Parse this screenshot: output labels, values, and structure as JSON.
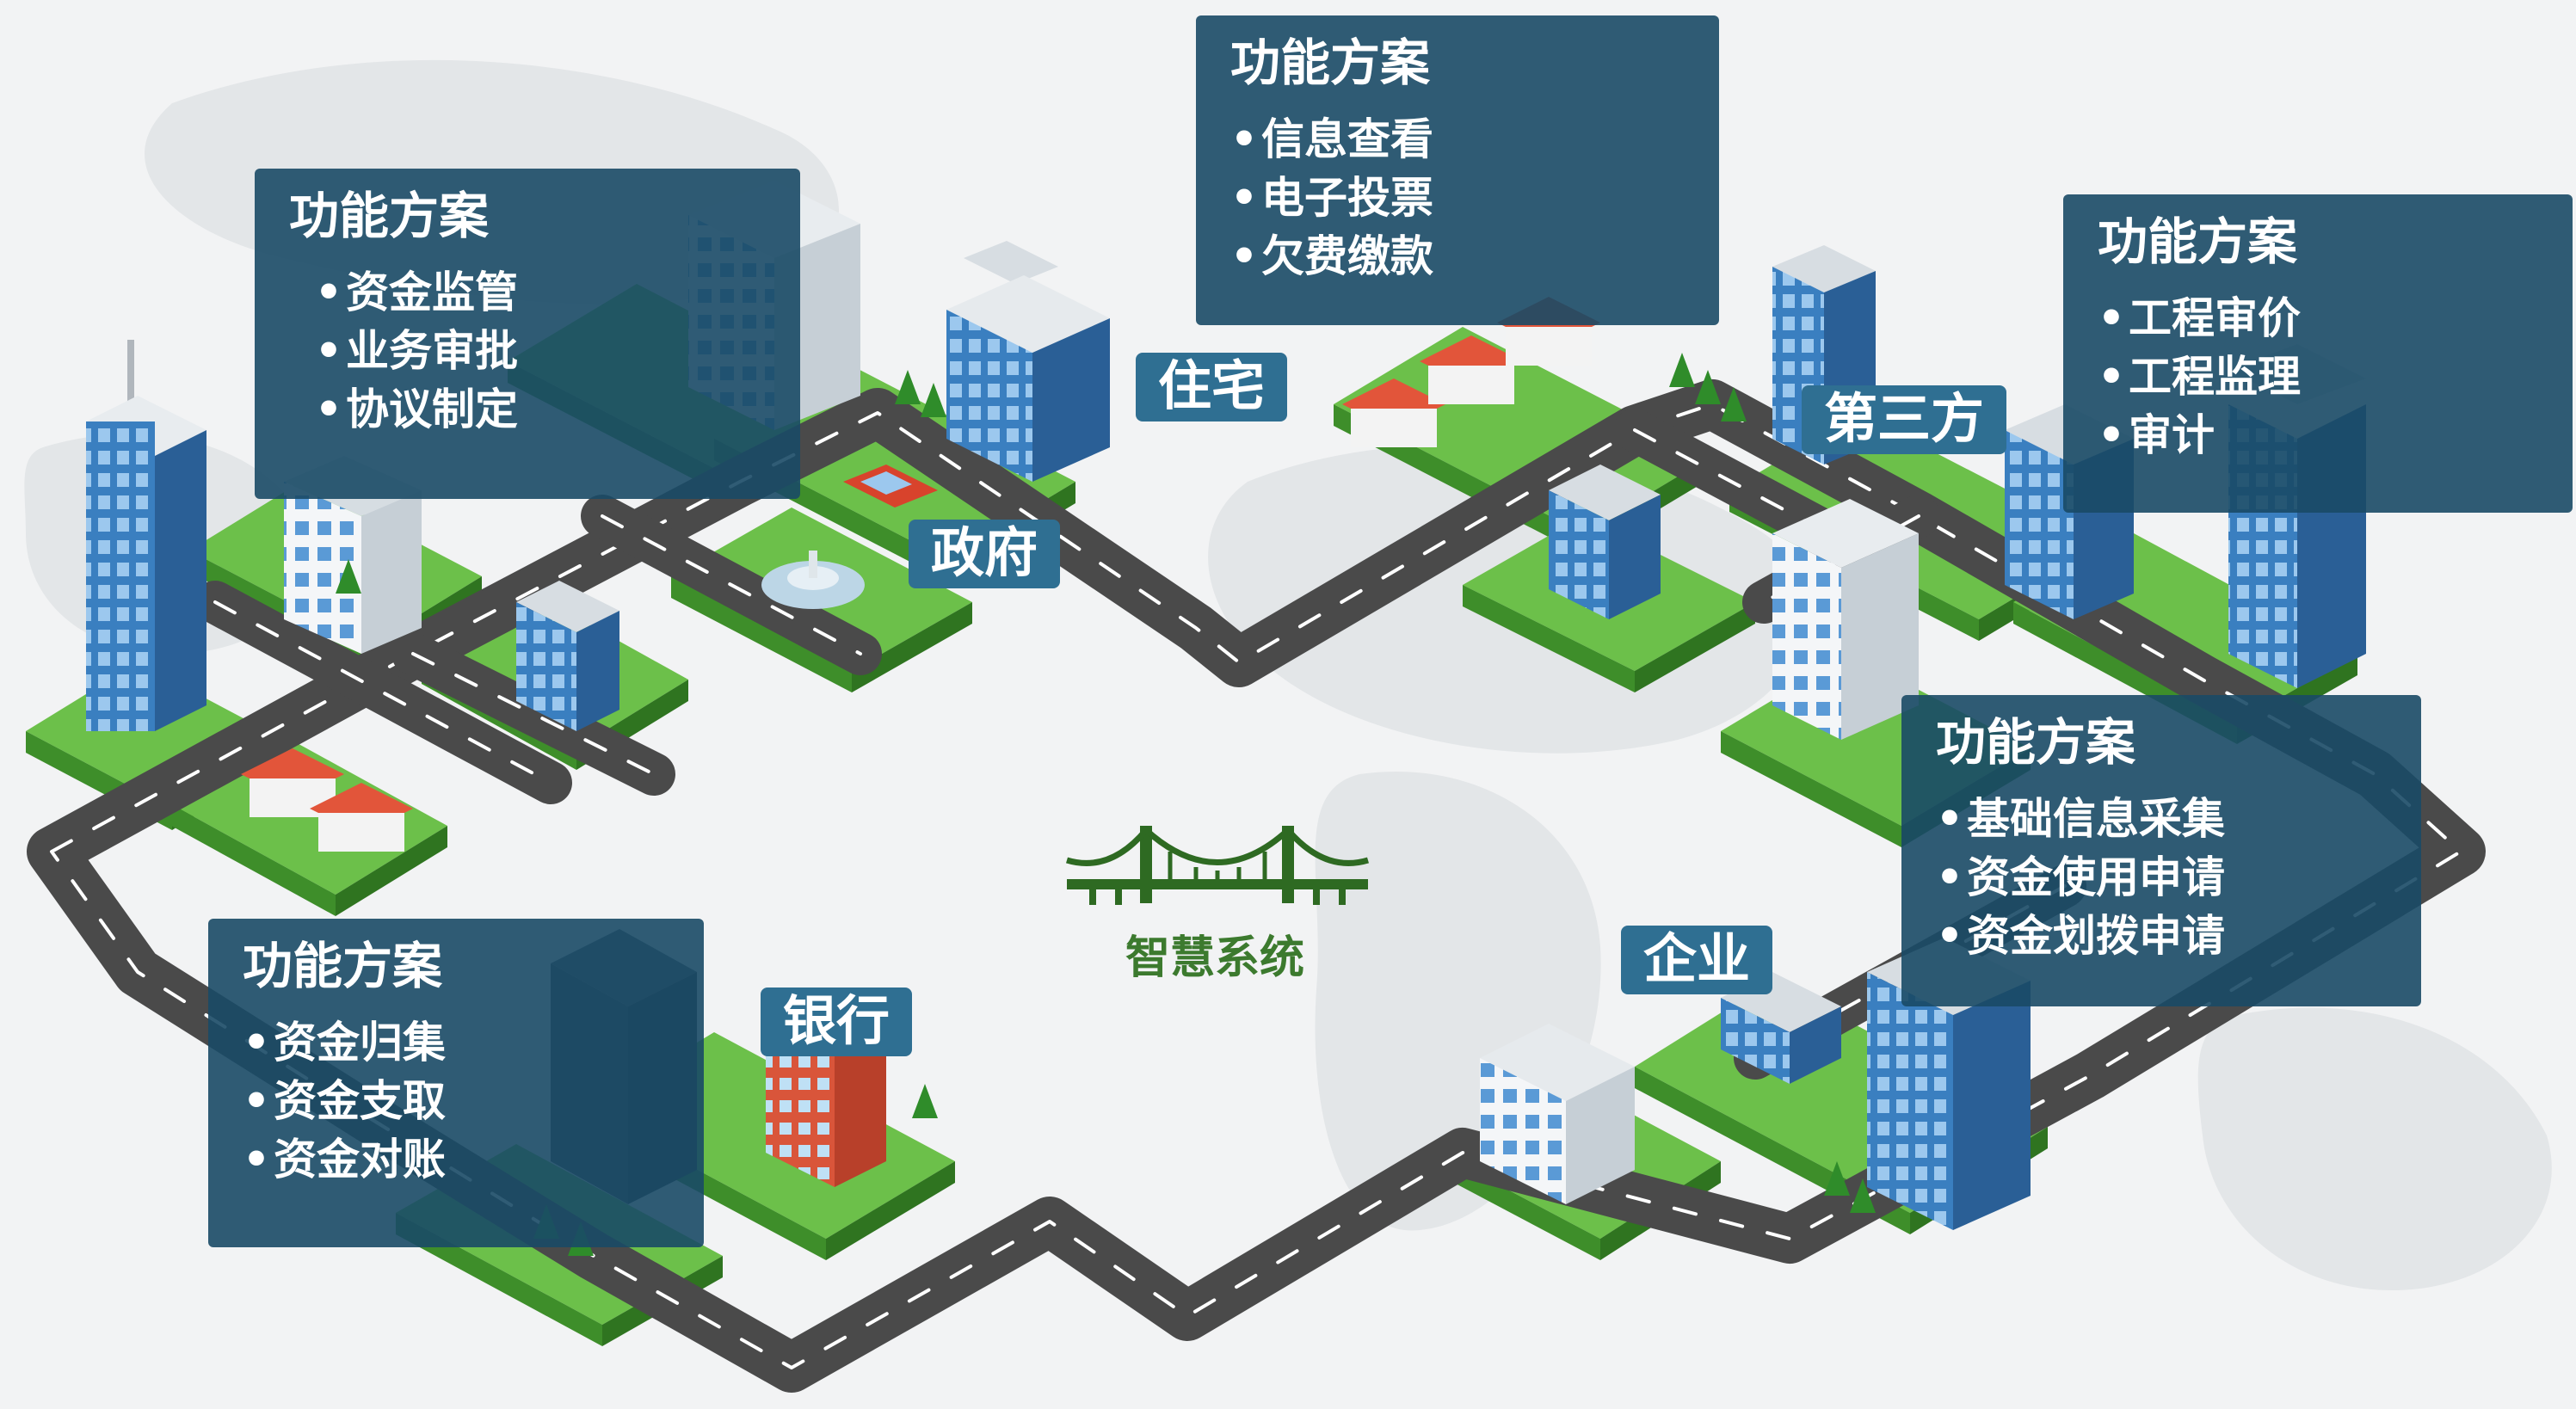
{
  "panels": {
    "government": {
      "title": "功能方案",
      "items": [
        "资金监管",
        "业务审批",
        "协议制定"
      ]
    },
    "residential": {
      "title": "功能方案",
      "items": [
        "信息查看",
        "电子投票",
        "欠费缴款"
      ]
    },
    "third_party": {
      "title": "功能方案",
      "items": [
        "工程审价",
        "工程监理",
        "审计"
      ]
    },
    "enterprise": {
      "title": "功能方案",
      "items": [
        "基础信息采集",
        "资金使用申请",
        "资金划拨申请"
      ]
    },
    "bank": {
      "title": "功能方案",
      "items": [
        "资金归集",
        "资金支取",
        "资金对账"
      ]
    }
  },
  "places": {
    "residential": "住宅",
    "government": "政府",
    "third_party": "第三方",
    "enterprise": "企业",
    "bank": "银行"
  },
  "center": {
    "label": "智慧系统"
  },
  "bullet": "•",
  "colors": {
    "panel": "#1a4a66",
    "label": "#2f6f92",
    "road": "#4a4a4a",
    "grass": "#6cc04a",
    "bridge": "#2e6a22"
  }
}
